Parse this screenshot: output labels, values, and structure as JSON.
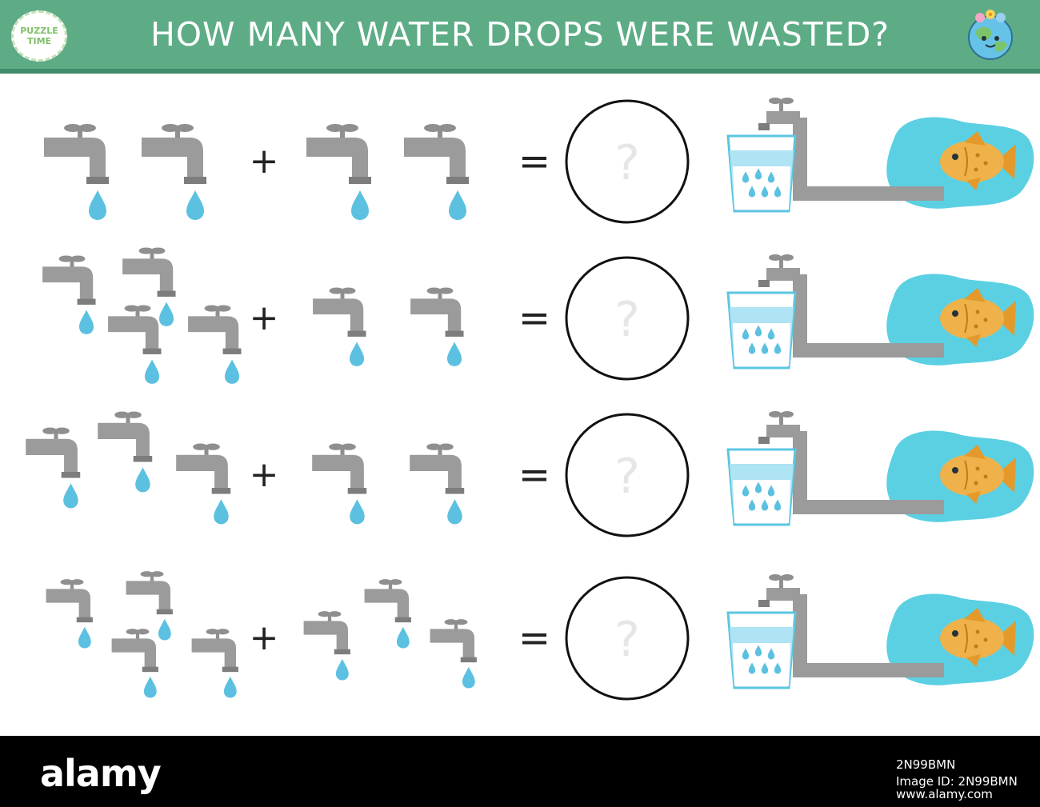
{
  "header": {
    "badge_line1": "PUZZLE",
    "badge_line2": "TIME",
    "title": "HOW MANY WATER DROPS WERE WASTED?",
    "icon": "earth-mascot-icon"
  },
  "symbols": {
    "plus": "+",
    "equals": "=",
    "question": "?"
  },
  "colors": {
    "header_bg": "#5dac86",
    "faucet_gray": "#999999",
    "water_drop": "#5cc1e1",
    "pond": "#5bd0e2",
    "fish": "#e8a63a"
  },
  "rows": [
    {
      "left_group_drops": 2,
      "right_group_drops": 2,
      "answer": "?"
    },
    {
      "left_group_drops": 4,
      "right_group_drops": 2,
      "answer": "?"
    },
    {
      "left_group_drops": 3,
      "right_group_drops": 2,
      "answer": "?"
    },
    {
      "left_group_drops": 4,
      "right_group_drops": 3,
      "answer": "?"
    }
  ],
  "watermark": {
    "brand": "alamy",
    "image_code": "2N99BMN",
    "image_id_label": "Image ID: 2N99BMN",
    "site": "www.alamy.com"
  }
}
